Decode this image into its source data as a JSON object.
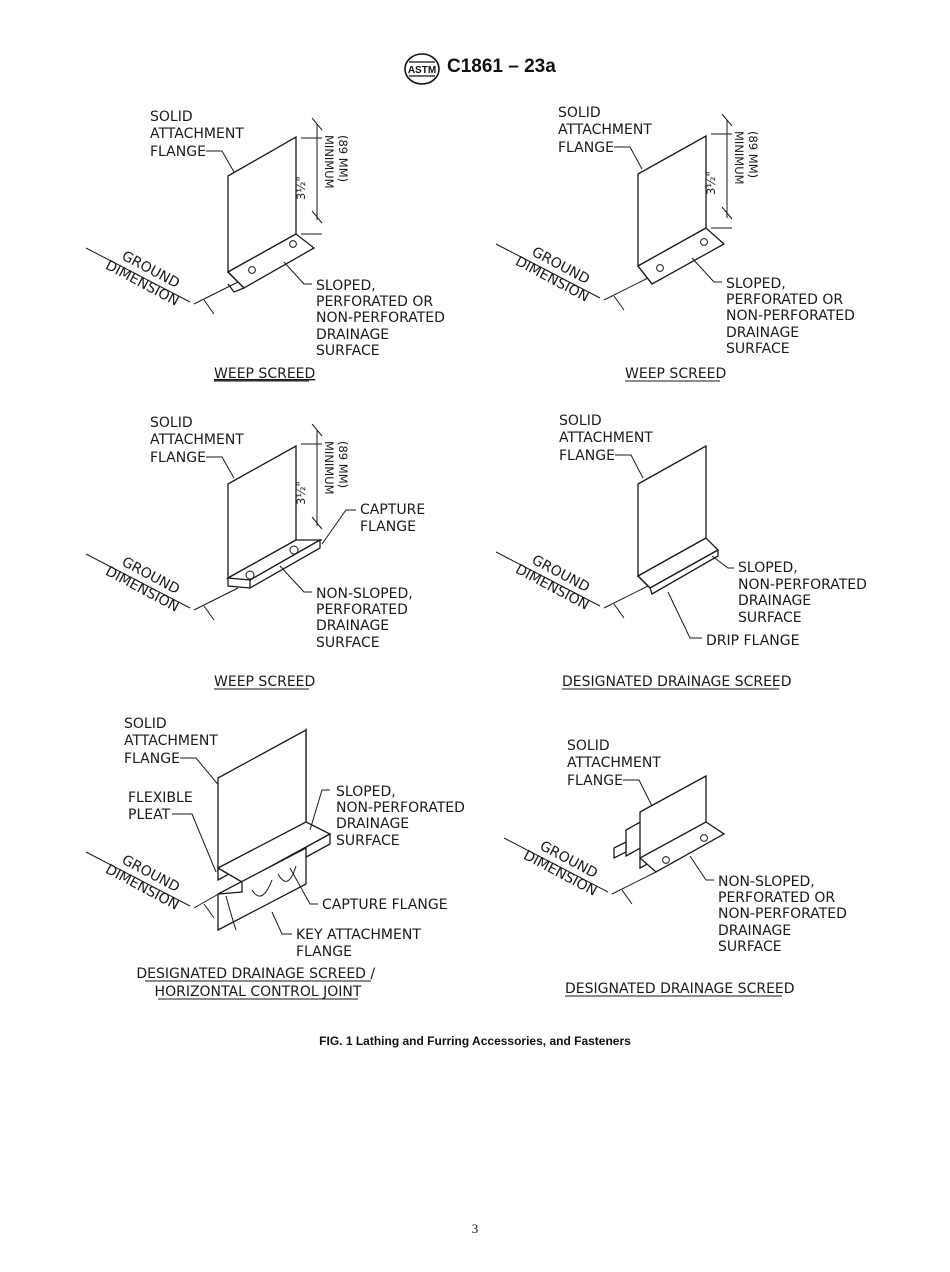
{
  "header": {
    "logo_text": "ASTM",
    "standard_number": "C1861 – 23a"
  },
  "panels": {
    "p1": {
      "flange_label": [
        "SOLID",
        "ATTACHMENT",
        "FLANGE"
      ],
      "dimension": "3½\"",
      "dimension_note": [
        "MINIMUM",
        "(89 MM)"
      ],
      "ground": [
        "GROUND",
        "DIMENSION"
      ],
      "surface_label": [
        "SLOPED,",
        "PERFORATED OR",
        "NON-PERFORATED",
        "DRAINAGE",
        "SURFACE"
      ],
      "caption": "WEEP SCREED"
    },
    "p2": {
      "flange_label": [
        "SOLID",
        "ATTACHMENT",
        "FLANGE"
      ],
      "dimension": "3½\"",
      "dimension_note": [
        "MINIMUM",
        "(89 MM)"
      ],
      "ground": [
        "GROUND",
        "DIMENSION"
      ],
      "surface_label": [
        "SLOPED,",
        "PERFORATED OR",
        "NON-PERFORATED",
        "DRAINAGE",
        "SURFACE"
      ],
      "caption": "WEEP SCREED"
    },
    "p3": {
      "flange_label": [
        "SOLID",
        "ATTACHMENT",
        "FLANGE"
      ],
      "dimension": "3½\"",
      "dimension_note": [
        "MINIMUM",
        "(89 MM)"
      ],
      "capture_label": [
        "CAPTURE",
        "FLANGE"
      ],
      "ground": [
        "GROUND",
        "DIMENSION"
      ],
      "surface_label": [
        "NON-SLOPED,",
        "PERFORATED",
        "DRAINAGE",
        "SURFACE"
      ],
      "caption": "WEEP SCREED"
    },
    "p4": {
      "flange_label": [
        "SOLID",
        "ATTACHMENT",
        "FLANGE"
      ],
      "ground": [
        "GROUND",
        "DIMENSION"
      ],
      "surface_label": [
        "SLOPED,",
        "NON-PERFORATED",
        "DRAINAGE",
        "SURFACE"
      ],
      "drip_label": "DRIP FLANGE",
      "caption": "DESIGNATED DRAINAGE SCREED"
    },
    "p5": {
      "flange_label": [
        "SOLID",
        "ATTACHMENT",
        "FLANGE"
      ],
      "pleat_label": [
        "FLEXIBLE",
        "PLEAT"
      ],
      "surface_label": [
        "SLOPED,",
        "NON-PERFORATED",
        "DRAINAGE",
        "SURFACE"
      ],
      "ground": [
        "GROUND",
        "DIMENSION"
      ],
      "capture_label": "CAPTURE FLANGE",
      "key_label": [
        "KEY ATTACHMENT",
        "FLANGE"
      ],
      "caption_lines": [
        "DESIGNATED DRAINAGE SCREED /",
        "HORIZONTAL CONTROL JOINT"
      ]
    },
    "p6": {
      "flange_label": [
        "SOLID",
        "ATTACHMENT",
        "FLANGE"
      ],
      "ground": [
        "GROUND",
        "DIMENSION"
      ],
      "surface_label": [
        "NON-SLOPED,",
        "PERFORATED OR",
        "NON-PERFORATED",
        "DRAINAGE",
        "SURFACE"
      ],
      "caption": "DESIGNATED DRAINAGE SCREED"
    }
  },
  "figure_caption": "FIG. 1 Lathing and Furring Accessories, and Fasteners",
  "page_number": "3"
}
